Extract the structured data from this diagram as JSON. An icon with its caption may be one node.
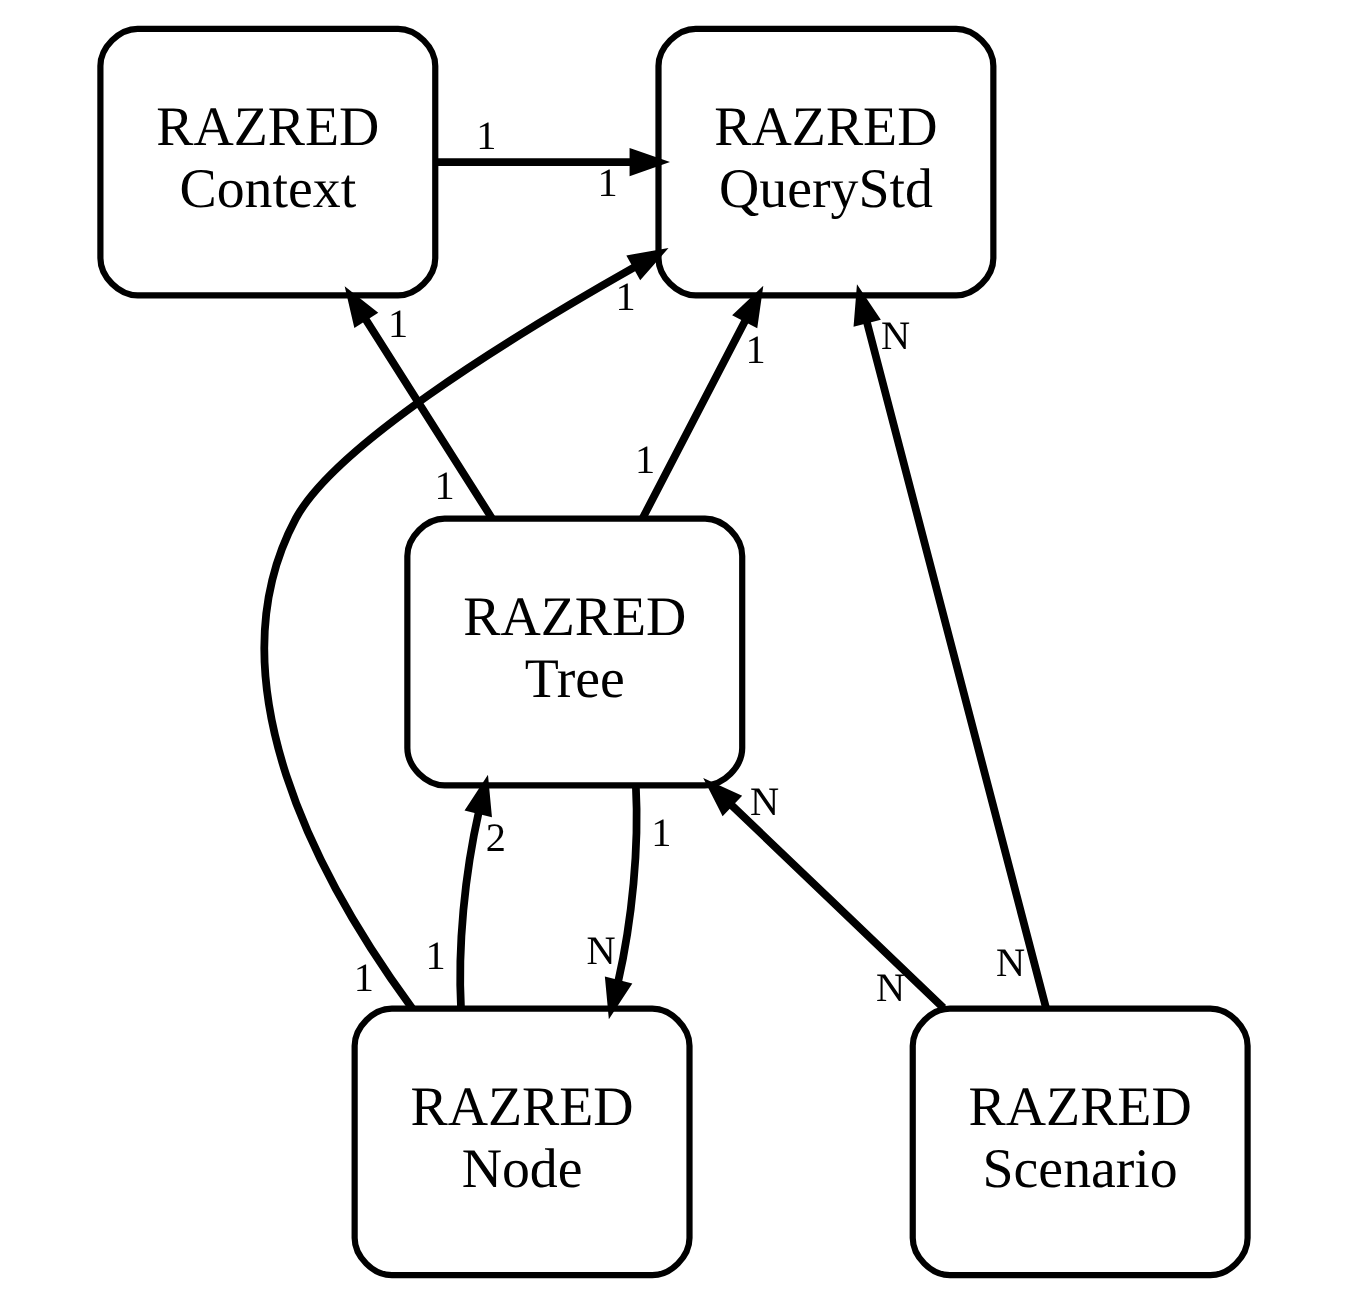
{
  "diagram": {
    "nodes": [
      {
        "text": [
          "RAZRED QueryStd"
        ]
      },
      {
        "text": [
          "RAZRED Context"
        ]
      },
      {
        "text": [
          "RAZRED Scenario"
        ]
      },
      {
        "text": [
          "RAZRED Node"
        ]
      },
      {
        "text": [
          "RAZRED Tree"
        ]
      }
    ],
    "edges": [
      {
        "from": 1,
        "to": 0,
        "arrow": "to"
      },
      {
        "from": 3,
        "to": 0,
        "arrow": "to"
      },
      {
        "from": 4,
        "to": 0,
        "arrow": "to"
      },
      {
        "from": 2,
        "to": 0,
        "arrow": "to"
      },
      {
        "from": 4,
        "to": 1,
        "arrow": "to"
      },
      {
        "from": 4,
        "to": 3,
        "arrow": "to"
      },
      {
        "from": 3,
        "to": 4,
        "arrow": "to"
      },
      {
        "from": 2,
        "to": 4,
        "arrow": "to"
      }
    ],
    "labels": [
      "1",
      "1",
      "N",
      "1",
      "1",
      "1",
      "N",
      "1",
      "N",
      "N",
      "1",
      "1",
      "1",
      "1",
      "2",
      "N"
    ]
  }
}
